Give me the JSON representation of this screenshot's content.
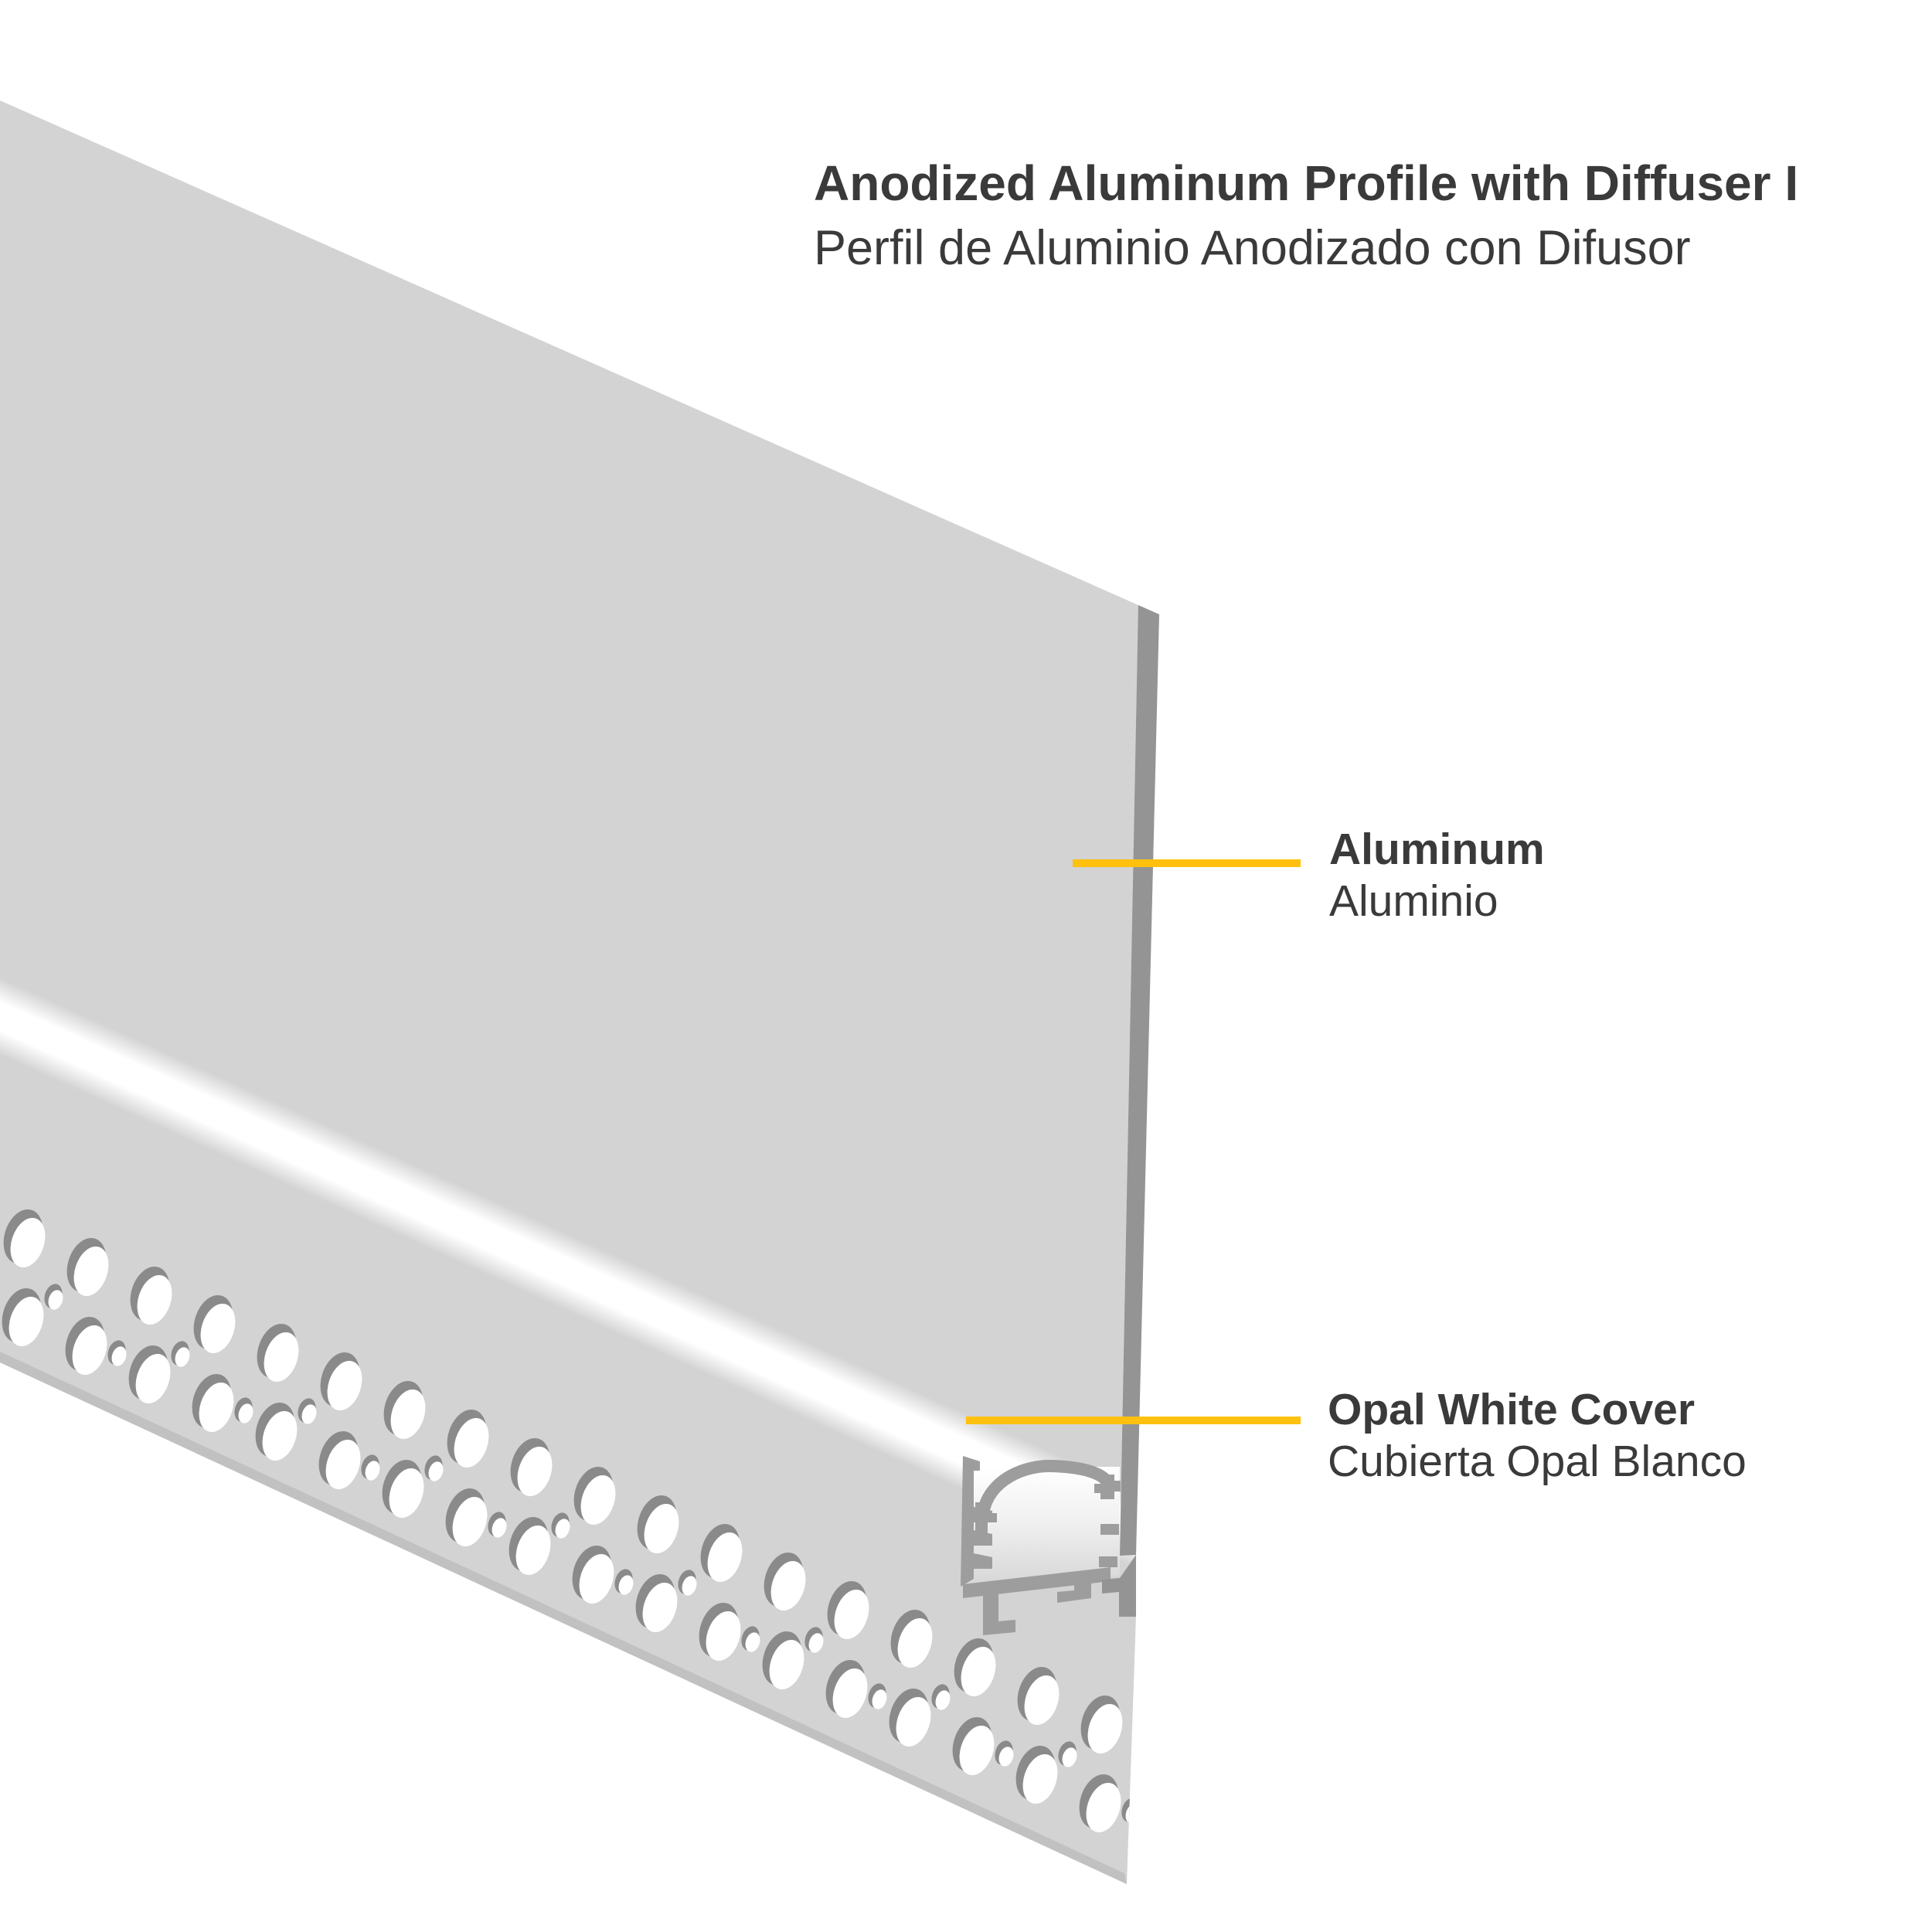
{
  "title": {
    "en": "Anodized Aluminum Profile with Diffuser I",
    "es": "Perfil de Aluminio Anodizado con Difusor"
  },
  "callouts": {
    "aluminum": {
      "en": "Aluminum",
      "es": "Aluminio"
    },
    "cover": {
      "en": "Opal White Cover",
      "es": "Cubierta Opal Blanco"
    }
  },
  "colors": {
    "background": "#FFFFFF",
    "accent_yellow": "#FFC10E",
    "text_dark": "#3A3A3A",
    "aluminum_face": "#D3D3D3",
    "aluminum_edge": "#949494",
    "cut_face_gray": "#9D9D9D",
    "hole_shadow": "#8A8A8A",
    "flange_edge_strip": "#C1C1C1",
    "interior_floor": "#D7D7D7"
  }
}
